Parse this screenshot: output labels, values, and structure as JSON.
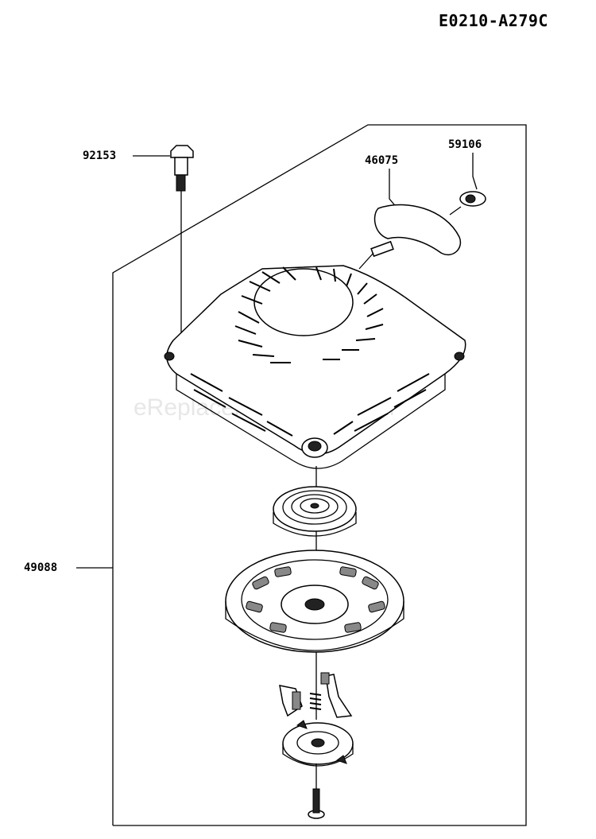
{
  "drawing_code": "E0210-A279C",
  "watermark": "eReplacementParts.com",
  "parts": [
    {
      "id": "bolt",
      "label": "92153"
    },
    {
      "id": "handle",
      "label": "46075"
    },
    {
      "id": "rope-guide",
      "label": "59106"
    },
    {
      "id": "starter-assembly",
      "label": "49088"
    }
  ]
}
